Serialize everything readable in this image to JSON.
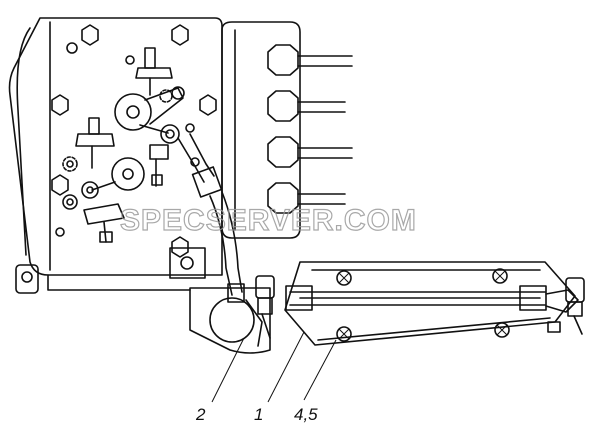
{
  "watermark": "SPECSERVER.COM",
  "callouts": [
    {
      "id": "c2",
      "label": "2"
    },
    {
      "id": "c1",
      "label": "1"
    },
    {
      "id": "c45",
      "label": "4,5"
    }
  ],
  "colors": {
    "line": "#111111",
    "background": "#ffffff",
    "watermark": "#9a9a9a"
  }
}
